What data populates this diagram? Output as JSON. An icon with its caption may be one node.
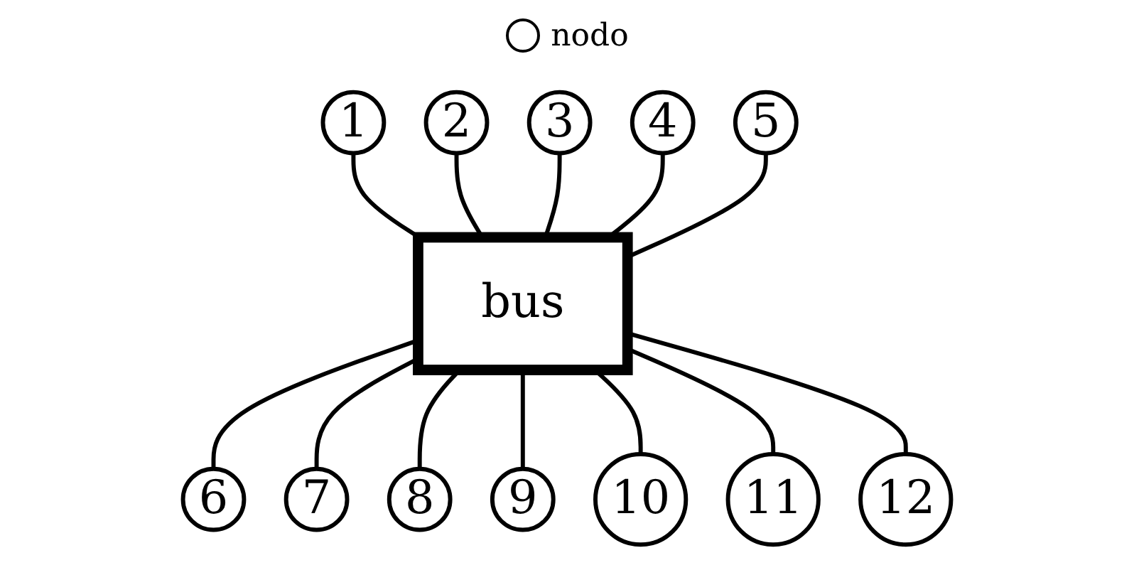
{
  "diagram": {
    "nodes": [
      {
        "text": [
          "1"
        ]
      },
      {
        "text": [
          "2"
        ]
      },
      {
        "text": [
          "3"
        ]
      },
      {
        "text": [
          "4"
        ]
      },
      {
        "text": [
          "5"
        ]
      },
      {
        "text": [
          "bus"
        ]
      },
      {
        "text": [
          "6"
        ]
      },
      {
        "text": [
          "7"
        ]
      },
      {
        "text": [
          "8"
        ]
      },
      {
        "text": [
          "9"
        ]
      },
      {
        "text": [
          "10"
        ]
      },
      {
        "text": [
          "11"
        ]
      },
      {
        "text": [
          "12"
        ]
      }
    ],
    "edges": [
      {
        "from": 0,
        "to": 5,
        "arrow": "none"
      },
      {
        "from": 1,
        "to": 5,
        "arrow": "none"
      },
      {
        "from": 2,
        "to": 5,
        "arrow": "none"
      },
      {
        "from": 3,
        "to": 5,
        "arrow": "none"
      },
      {
        "from": 4,
        "to": 5,
        "arrow": "none"
      },
      {
        "from": 5,
        "to": 6,
        "arrow": "none"
      },
      {
        "from": 5,
        "to": 7,
        "arrow": "none"
      },
      {
        "from": 5,
        "to": 8,
        "arrow": "none"
      },
      {
        "from": 5,
        "to": 9,
        "arrow": "none"
      },
      {
        "from": 5,
        "to": 10,
        "arrow": "none"
      },
      {
        "from": 5,
        "to": 11,
        "arrow": "none"
      },
      {
        "from": 5,
        "to": 12,
        "arrow": "none"
      }
    ],
    "legend": [
      {
        "text": "nodo"
      }
    ]
  }
}
